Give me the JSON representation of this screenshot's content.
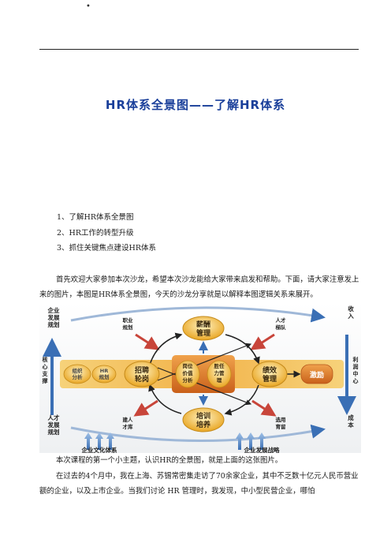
{
  "header_mark": "•",
  "title": "HR体系全景图——了解HR体系",
  "toc": [
    "1、了解HR体系全景图",
    "2、HR工作的转型升级",
    "3、抓住关键焦点建设HR体系"
  ],
  "paragraph_intro": "首先欢迎大家参加本次沙龙，希望本次沙龙能给大家带来启发和帮助。下面，请大家注意发上来的图片，本图是HR体系全景图，今天的沙龙分享就是以解释本图逻辑关系来展开。",
  "diagram": {
    "left_top": [
      "企业",
      "发展",
      "规划"
    ],
    "left_mid": [
      "核",
      "心",
      "支",
      "撑"
    ],
    "left_bottom": [
      "人才",
      "发展",
      "规划"
    ],
    "zuzhi": [
      "组织",
      "分析"
    ],
    "hr_guihua": [
      "HR",
      "规划"
    ],
    "zhaopin": [
      "招聘",
      "轮岗"
    ],
    "xinchou": [
      "薪酬",
      "管理"
    ],
    "peixun": [
      "培训",
      "培养"
    ],
    "jixiao": [
      "绩效",
      "管理"
    ],
    "jili": "激励",
    "gangwei": [
      "岗位",
      "价值",
      "分析"
    ],
    "zhiren": [
      "胜任",
      "力管",
      "理"
    ],
    "zhiye": [
      "职业",
      "规划"
    ],
    "rencai_tidui": [
      "人才",
      "梯队"
    ],
    "jianren": [
      "建人",
      "才库"
    ],
    "xuanyong": [
      "选用",
      "育留"
    ],
    "right_top": [
      "收",
      "入"
    ],
    "right_mid": [
      "利",
      "润",
      "中",
      "心"
    ],
    "right_bottom": [
      "成",
      "本"
    ],
    "bottom_left": "企业文化体系",
    "bottom_right": "企业发展战略"
  },
  "paragraph_topic": "本次课程的第一个小主题，认识HR的全景图，就是上面的这张图片。",
  "paragraph_body": "在过去的4个月中，我在上海、苏锡常密集走访了70余家企业，其中不乏数十亿元人民币营业额的企业，以及上市企业。当我们讨论 HR 管理时，我发现，中小型民营企业，哪怕",
  "colors": {
    "title": "#1a3f9a",
    "gold": "#e9a623",
    "orange_band": "#d8721c",
    "blue_arrow": "#3a6fb5",
    "red_arrow": "#c8453a"
  }
}
